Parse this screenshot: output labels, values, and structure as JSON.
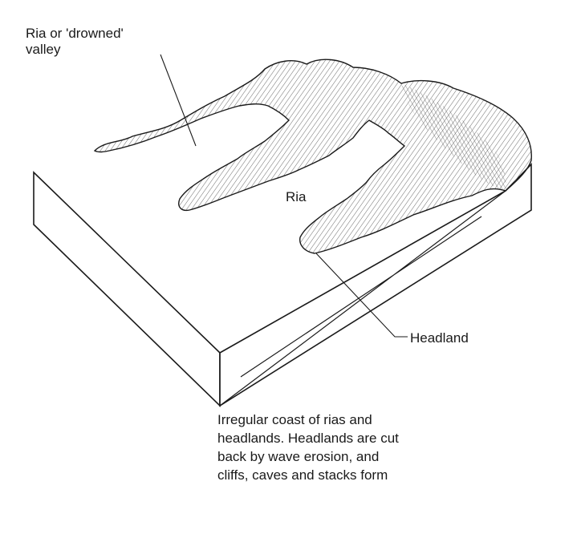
{
  "labels": {
    "ria_valley": "Ria or 'drowned'\nvalley",
    "ria": "Ria",
    "headland": "Headland"
  },
  "caption": [
    "Irregular coast of rias and",
    "headlands. Headlands are cut",
    "back by wave erosion, and",
    "cliffs, caves and stacks form"
  ]
}
